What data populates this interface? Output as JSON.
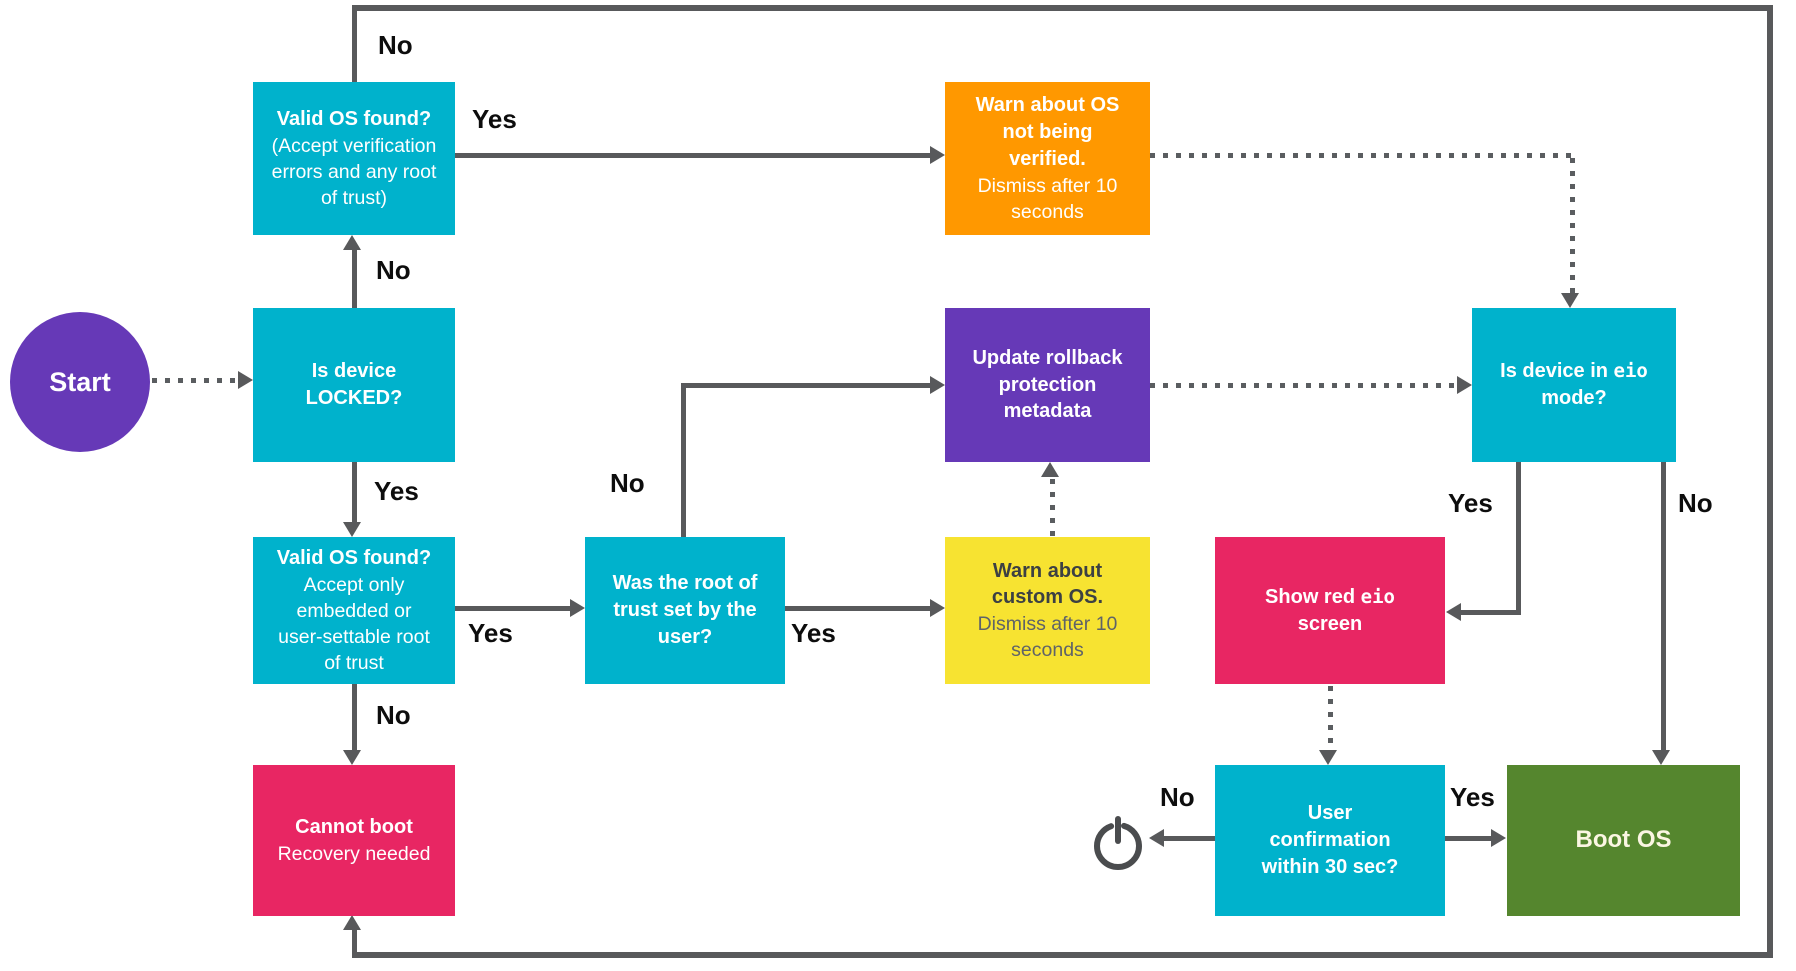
{
  "colors": {
    "cyan": "#00b2cc",
    "orange": "#ff9800",
    "purple": "#6639b7",
    "pink": "#e82663",
    "yellow": "#f7e331",
    "green": "#55862e",
    "line": "#58595b",
    "dotted": "#5a5d60"
  },
  "start": {
    "label": "Start"
  },
  "nodes": {
    "valid_os_any": {
      "title": "Valid OS found?",
      "sub": [
        "(Accept verification",
        "errors and any root",
        "of trust)"
      ]
    },
    "is_locked": {
      "title": [
        "Is device",
        "LOCKED?"
      ]
    },
    "warn_unverified": {
      "title": [
        "Warn about OS",
        "not being",
        "verified."
      ],
      "sub": [
        "Dismiss after 10",
        "seconds"
      ]
    },
    "valid_os_user": {
      "title": "Valid OS found?",
      "sub": [
        "Accept only",
        "embedded or",
        "user-settable root",
        "of trust"
      ]
    },
    "root_of_trust": {
      "title": [
        "Was the root of",
        "trust set by the",
        "user?"
      ]
    },
    "warn_custom": {
      "title": [
        "Warn about",
        "custom OS."
      ],
      "sub": [
        "Dismiss after 10",
        "seconds"
      ]
    },
    "update_rollback": {
      "title": [
        "Update rollback",
        "protection",
        "metadata"
      ]
    },
    "eio_mode": {
      "line1_pre": "Is device in ",
      "mono": "eio",
      "line2": "mode?"
    },
    "show_red_eio": {
      "line1_pre": "Show red ",
      "mono": "eio",
      "line2": "screen"
    },
    "user_confirm": {
      "title": [
        "User",
        "confirmation",
        "within 30 sec?"
      ]
    },
    "boot_os": {
      "title": "Boot OS"
    },
    "cannot_boot": {
      "title": "Cannot boot",
      "sub": "Recovery needed"
    }
  },
  "edge_labels": {
    "loop_no": "No",
    "valid_any_yes": "Yes",
    "locked_no": "No",
    "locked_yes": "Yes",
    "valid_user_yes": "Yes",
    "valid_user_no": "No",
    "root_no": "No",
    "root_yes": "Yes",
    "eio_yes": "Yes",
    "eio_no": "No",
    "confirm_yes": "Yes",
    "confirm_no": "No"
  },
  "icons": {
    "power": "power-icon"
  }
}
